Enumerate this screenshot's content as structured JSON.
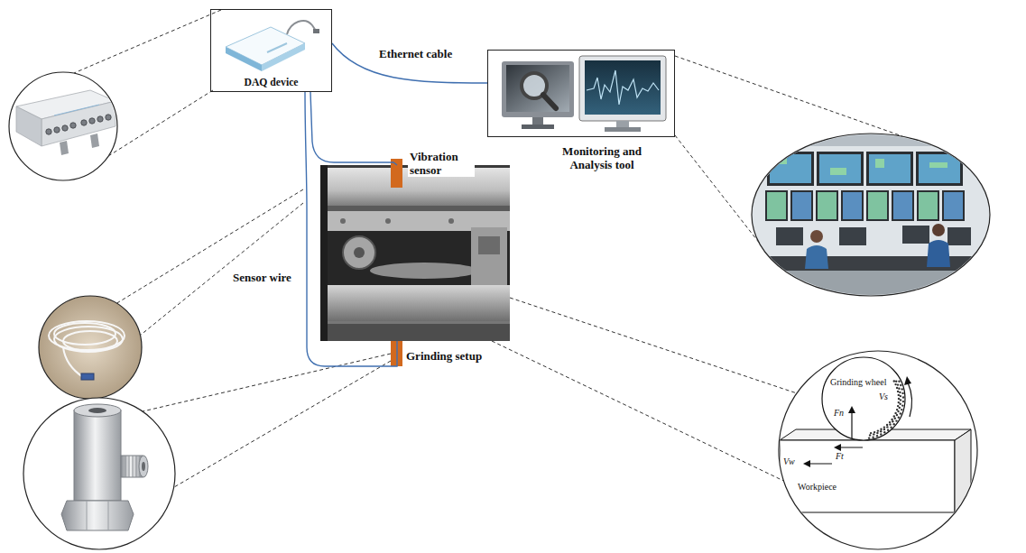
{
  "diagram": {
    "nodes": [
      {
        "text": [
          "DAQ device"
        ]
      },
      {
        "text": [
          "Monitoring and Analysis tool"
        ]
      },
      {
        "text": [
          "Grinding setup"
        ]
      },
      {
        "text": [
          "Grinding wheel",
          "Fn",
          "Vs",
          "Ft",
          "Vw",
          "Workpiece"
        ]
      }
    ],
    "edges": [
      {
        "from": 0,
        "to": 1,
        "arrow": "none",
        "label": "Ethernet cable"
      },
      {
        "from": 0,
        "to": 2,
        "arrow": "none"
      },
      {
        "from": 0,
        "to": 2,
        "arrow": "none"
      },
      {
        "from": 2,
        "to": 3,
        "arrow": "none"
      },
      {
        "from": 2,
        "to": 3,
        "arrow": "none"
      }
    ],
    "labels": [
      "Vibration sensor",
      "Sensor wire"
    ]
  }
}
